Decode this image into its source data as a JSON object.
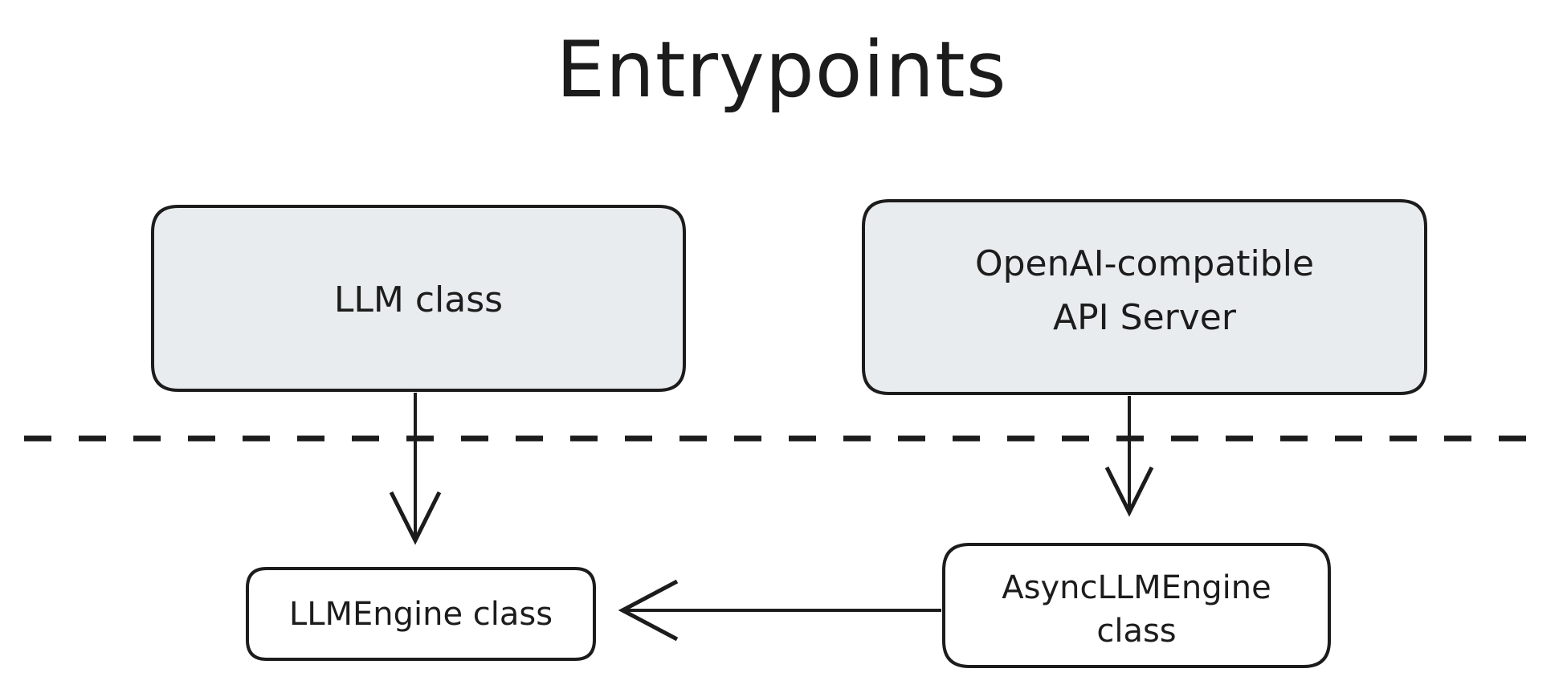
{
  "diagram": {
    "title": "Entrypoints",
    "background_color": "#ffffff",
    "ink_color": "#1c1c1c",
    "node_fill_shaded": "#e8ecee",
    "node_fill_plain": "#ffffff",
    "nodes": [
      {
        "id": "llm-class",
        "label": "LLM class",
        "lines": [
          "LLM class"
        ],
        "style": "shaded",
        "tier": "top"
      },
      {
        "id": "openai-api-server",
        "label": "OpenAI-compatible API Server",
        "lines": [
          "OpenAI-compatible",
          "API Server"
        ],
        "style": "shaded",
        "tier": "top"
      },
      {
        "id": "llmengine-class",
        "label": "LLMEngine class",
        "lines": [
          "LLMEngine class"
        ],
        "style": "plain",
        "tier": "bottom"
      },
      {
        "id": "asyncllmengine-class",
        "label": "AsyncLLMEngine class",
        "lines": [
          "AsyncLLMEngine",
          "class"
        ],
        "style": "plain",
        "tier": "bottom"
      }
    ],
    "edges": [
      {
        "id": "edge-llm-to-llmengine",
        "from": "llm-class",
        "to": "llmengine-class",
        "direction": "down",
        "arrowhead": "open"
      },
      {
        "id": "edge-apiserver-to-asyncllmengine",
        "from": "openai-api-server",
        "to": "asyncllmengine-class",
        "direction": "down",
        "arrowhead": "open"
      },
      {
        "id": "edge-asyncllmengine-to-llmengine",
        "from": "asyncllmengine-class",
        "to": "llmengine-class",
        "direction": "left",
        "arrowhead": "open"
      }
    ],
    "divider": {
      "id": "tier-divider",
      "style": "dashed",
      "orientation": "horizontal"
    }
  }
}
